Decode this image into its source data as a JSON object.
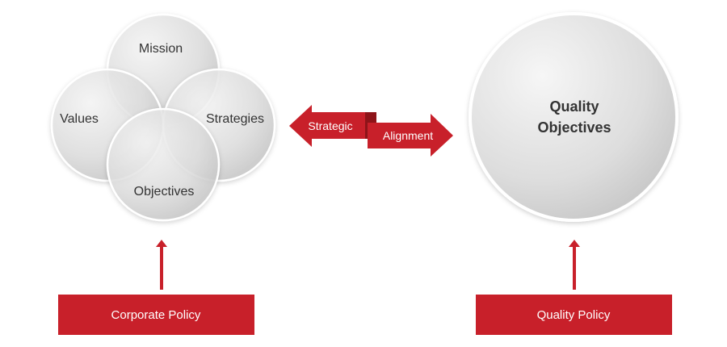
{
  "left_cluster": {
    "mission": "Mission",
    "values": "Values",
    "strategies": "Strategies",
    "objectives": "Objectives"
  },
  "quality_circle": {
    "line1": "Quality",
    "line2": "Objectives"
  },
  "alignment_arrow": {
    "left_label": "Strategic",
    "right_label": "Alignment"
  },
  "boxes": {
    "corporate": "Corporate Policy",
    "quality": "Quality Policy"
  },
  "colors": {
    "accent": "#c8202a",
    "accent_dark": "#8e1419",
    "circle_light": "#f4f4f4",
    "circle_dark": "#c6c6c6",
    "text": "#333333"
  }
}
